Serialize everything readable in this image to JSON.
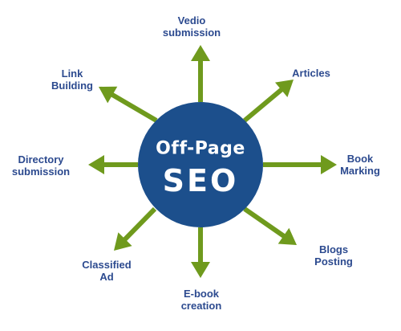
{
  "colors": {
    "hub_fill": "#1c4f8c",
    "arrow": "#6f9a1d",
    "label": "#2c4a8f",
    "hub_text": "#ffffff"
  },
  "hub": {
    "title": "Off-Page",
    "subtitle": "SEO"
  },
  "spokes": [
    {
      "id": "video-submission",
      "lines": [
        "Vedio",
        "submission"
      ]
    },
    {
      "id": "articles",
      "lines": [
        "Articles"
      ]
    },
    {
      "id": "book-marking",
      "lines": [
        "Book",
        "Marking"
      ]
    },
    {
      "id": "blogs-posting",
      "lines": [
        "Blogs",
        "Posting"
      ]
    },
    {
      "id": "e-book-creation",
      "lines": [
        "E-book",
        "creation"
      ]
    },
    {
      "id": "classified-ad",
      "lines": [
        "Classified",
        "Ad"
      ]
    },
    {
      "id": "directory-submission",
      "lines": [
        "Directory",
        "submission"
      ]
    },
    {
      "id": "link-building",
      "lines": [
        "Link",
        "Building"
      ]
    }
  ]
}
